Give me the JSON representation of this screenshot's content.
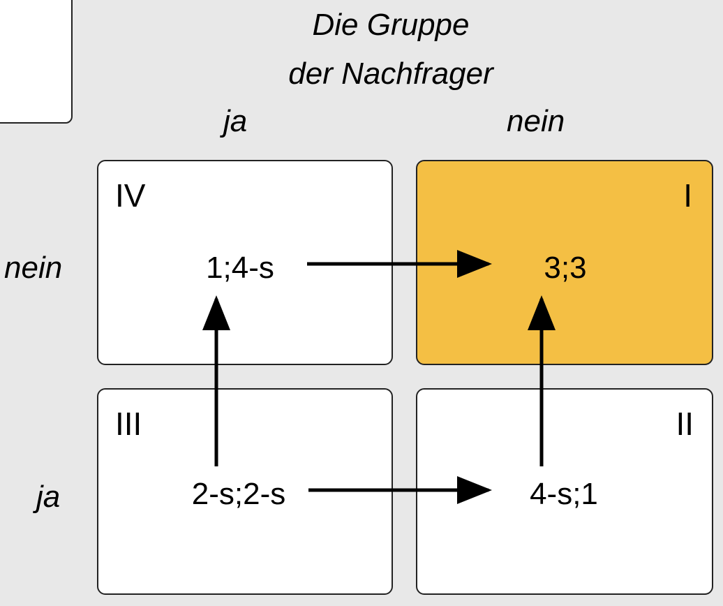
{
  "header": {
    "title_line1": "Die Gruppe",
    "title_line2": "der Nachfrager",
    "col_ja": "ja",
    "col_nein": "nein"
  },
  "rows": {
    "row_nein": "nein",
    "row_ja": "ja"
  },
  "cells": {
    "iv": {
      "numeral": "IV",
      "payoff": "1;4-s"
    },
    "i": {
      "numeral": "I",
      "payoff": "3;3"
    },
    "iii": {
      "numeral": "III",
      "payoff": "2-s;2-s"
    },
    "ii": {
      "numeral": "II",
      "payoff": "4-s;1"
    }
  },
  "colors": {
    "highlight": "#f4bf44",
    "background": "#e8e8e8",
    "cell": "#ffffff"
  }
}
